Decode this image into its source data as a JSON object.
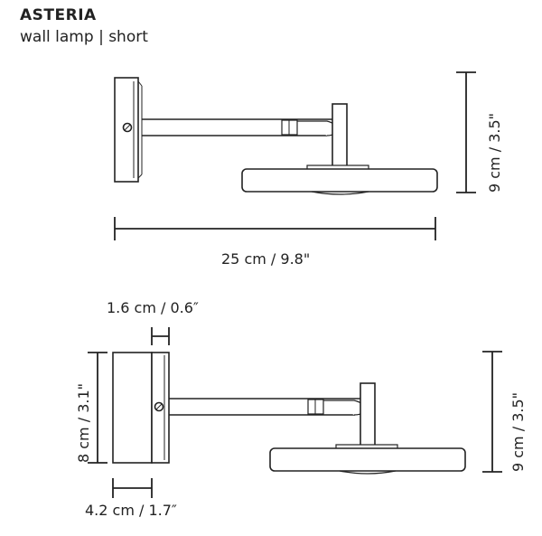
{
  "product": {
    "name": "ASTERIA",
    "variant": "wall lamp | short"
  },
  "side_view": {
    "dimensions": {
      "width": "25 cm / 9.8\"",
      "height": "9 cm / 3.5\""
    }
  },
  "front_view": {
    "dimensions": {
      "plate_thickness": "1.6 cm / 0.6″",
      "base_height": "8 cm / 3.1\"",
      "base_depth": "4.2 cm / 1.7″",
      "height": "9 cm / 3.5\""
    }
  },
  "colors": {
    "line": "#222222",
    "background": "#ffffff"
  }
}
